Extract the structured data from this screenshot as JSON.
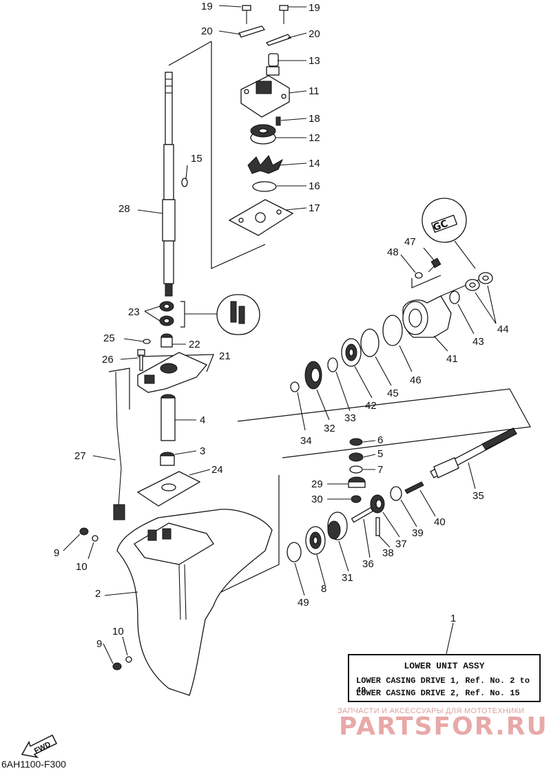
{
  "labels": {
    "l1": "1",
    "l2": "2",
    "l3": "3",
    "l4": "4",
    "l5": "5",
    "l6": "6",
    "l7": "7",
    "l8": "8",
    "l9a": "9",
    "l9b": "9",
    "l10a": "10",
    "l10b": "10",
    "l11": "11",
    "l12": "12",
    "l13": "13",
    "l14": "14",
    "l15": "15",
    "l16": "16",
    "l17": "17",
    "l18": "18",
    "l19a": "19",
    "l19b": "19",
    "l20a": "20",
    "l20b": "20",
    "l21": "21",
    "l22": "22",
    "l23": "23",
    "l24": "24",
    "l25": "25",
    "l26": "26",
    "l27": "27",
    "l28": "28",
    "l29": "29",
    "l30": "30",
    "l31": "31",
    "l32": "32",
    "l33": "33",
    "l34": "34",
    "l35": "35",
    "l36": "36",
    "l37": "37",
    "l38": "38",
    "l39": "39",
    "l40": "40",
    "l41": "41",
    "l42": "42",
    "l43": "43",
    "l44": "44",
    "l45": "45",
    "l46": "46",
    "l47": "47",
    "l48": "48",
    "l49": "49"
  },
  "info_box": {
    "title": "LOWER UNIT ASSY",
    "line1": "LOWER CASING DRIVE 1, Ref. No. 2 to 49",
    "line2": "LOWER CASING DRIVE 2, Ref. No. 15"
  },
  "gc_label": "GC",
  "fwd_label": "FWD",
  "diagram_code": "6AH1100-F300",
  "watermark": {
    "text": "ЗАПЧАСТИ И АКСЕССУАРЫ ДЛЯ МОТОТЕХНИКИ",
    "logo": "PARTSFOR.RU"
  },
  "colors": {
    "ink": "#111111",
    "watermark": "#e8a8a8"
  }
}
